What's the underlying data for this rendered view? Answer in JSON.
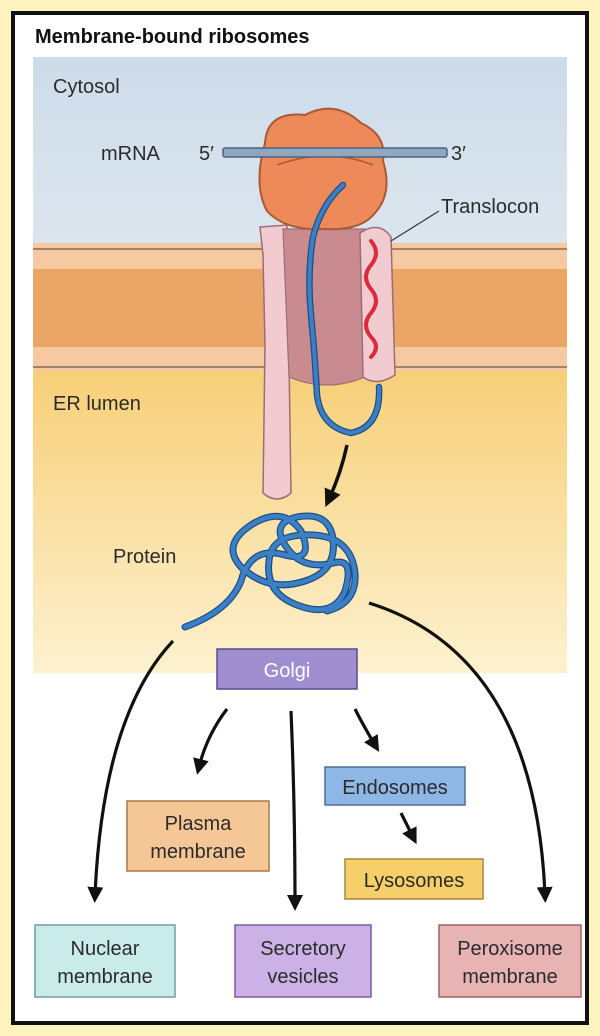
{
  "title": "Membrane-bound ribosomes",
  "regions": {
    "cytosol": "Cytosol",
    "er_lumen": "ER lumen"
  },
  "labels": {
    "mrna": "mRNA",
    "five_prime": "5′",
    "three_prime": "3′",
    "translocon": "Translocon",
    "protein": "Protein"
  },
  "boxes": {
    "golgi": [
      "Golgi"
    ],
    "endosomes": [
      "Endosomes"
    ],
    "lysosomes": [
      "Lysosomes"
    ],
    "plasma_membrane": [
      "Plasma",
      "membrane"
    ],
    "nuclear_membrane": [
      "Nuclear",
      "membrane"
    ],
    "secretory_vesicles": [
      "Secretory",
      "vesicles"
    ],
    "peroxisome_membrane": [
      "Peroxisome",
      "membrane"
    ]
  },
  "colors": {
    "cytosol_top": "#c9d9e8",
    "membrane_light": "#f6c9a0",
    "membrane_dark": "#eba667",
    "lumen_top": "#f7cf78",
    "lumen_bottom": "#fdf1cf",
    "ribosome": "#ee8a5a",
    "translocon": "#f1cbd0",
    "channel": "#c98a90",
    "protein_chain": "#3b7fc4",
    "signal_sequence": "#d92b3a",
    "golgi_box": "#9f8ed0",
    "endosomes_box": "#8fb7e6",
    "lysosomes_box": "#f7cf6a",
    "plasma_box": "#f6c796",
    "nuclear_box": "#c9ecea",
    "secretory_box": "#cbb1e6",
    "peroxisome_box": "#e8b3b3"
  }
}
